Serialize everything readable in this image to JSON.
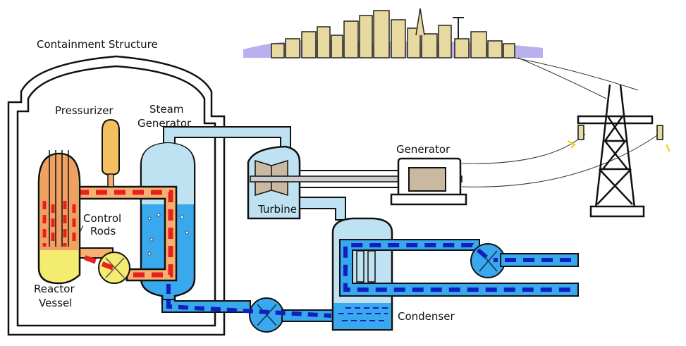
{
  "labels": {
    "containment": "Containment Structure",
    "pressurizer": "Pressurizer",
    "steam_generator_1": "Steam",
    "steam_generator_2": "Generator",
    "control_rods_1": "Control",
    "control_rods_2": "Rods",
    "reactor_vessel_1": "Reactor",
    "reactor_vessel_2": "Vessel",
    "turbine": "Turbine",
    "generator": "Generator",
    "condenser": "Condenser"
  },
  "colors": {
    "primary_loop": "#e82020",
    "primary_pipe": "#f6b070",
    "reactor_top": "#f0a060",
    "reactor_bottom": "#f4ec70",
    "secondary_water": "#3aa8ec",
    "steam": "#bfe2f2",
    "flow_dash": "#1020c0",
    "turbine_blade": "#c9b9a0"
  }
}
